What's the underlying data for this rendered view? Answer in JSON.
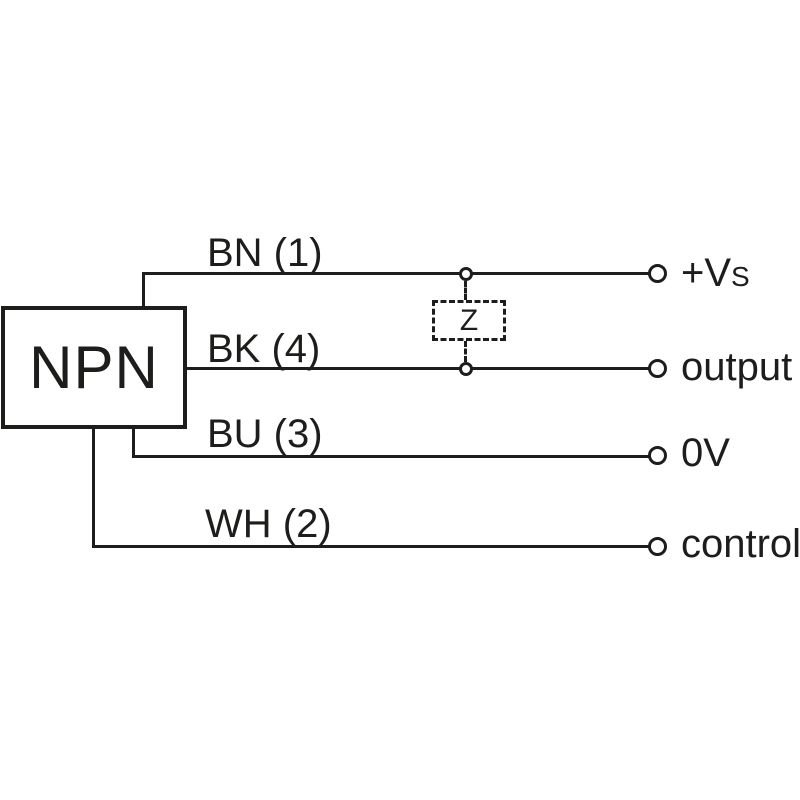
{
  "device": {
    "label": "NPN"
  },
  "impedance": {
    "label": "Z"
  },
  "wires": {
    "bn": {
      "label": "BN (1)"
    },
    "bk": {
      "label": "BK (4)"
    },
    "bu": {
      "label": "BU (3)"
    },
    "wh": {
      "label": "WH (2)"
    }
  },
  "terminals": {
    "vs": {
      "label": "+V",
      "sub": "S"
    },
    "output": {
      "label": "output",
      "sub": ""
    },
    "zero_v": {
      "label": "0V",
      "sub": ""
    },
    "control": {
      "label": "control",
      "sub": ""
    }
  },
  "colors": {
    "ink": "#1d1d1b",
    "background": "#ffffff"
  }
}
